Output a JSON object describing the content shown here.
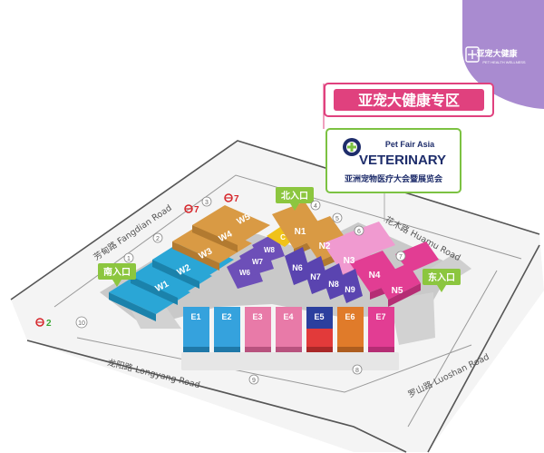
{
  "zone": {
    "badge_text": "亚宠大健康",
    "badge_sub": "PET HEALTH WELLNESS",
    "title": "亚宠大健康专区"
  },
  "vet": {
    "line1": "Pet Fair Asia",
    "line2": "VETERINARY",
    "line3": "亚洲宠物医疗大会暨展览会"
  },
  "entrances": {
    "north": "北入口",
    "south": "南入口",
    "east": "东入口"
  },
  "roads": {
    "fangdian": "芳甸路 Fangdian Road",
    "huamu": "花木路 Huamu Road",
    "longyang": "龙阳路 Longyang Road",
    "luoshan": "罗山路 Luoshan Road"
  },
  "halls": {
    "W1": "W1",
    "W2": "W2",
    "W3": "W3",
    "W4": "W4",
    "W5": "W5",
    "W6": "W6",
    "W7": "W7",
    "W8": "W8",
    "C": "C",
    "N1": "N1",
    "N2": "N2",
    "N3": "N3",
    "N4": "N4",
    "N5": "N5",
    "N6": "N6",
    "N7": "N7",
    "N8": "N8",
    "N9": "N9",
    "E1": "E1",
    "E2": "E2",
    "E3": "E3",
    "E4": "E4",
    "E5": "E5",
    "E6": "E6",
    "E7": "E7"
  },
  "metro": {
    "line2": "2",
    "line7a": "7",
    "line7b": "7"
  },
  "gates": [
    "1",
    "2",
    "3",
    "4",
    "5",
    "6",
    "7",
    "8",
    "9",
    "10"
  ],
  "colors": {
    "zone_purple": "#a98bd0",
    "zone_pink": "#e0417e",
    "vet_green": "#7cc242",
    "vet_navy": "#1e2d6b",
    "west_blue": "#2aa6d6",
    "north_orange": "#d99a44",
    "center_yellow": "#f0c21a",
    "west_purple": "#6d4fb8",
    "north_blue": "#3f5fbf",
    "north_pink": "#f09ad0",
    "north_magenta": "#e23d93",
    "east_blue": "#35a2dd",
    "east_pink": "#e87aa8",
    "east_purple": "#7d55bf",
    "east_navy": "#2b3f9e",
    "east_orange": "#e07b2a",
    "east_red": "#e23a3a",
    "entrance_green": "#8cc63f",
    "metro_red": "#d6262b",
    "metro_green": "#3aa935"
  }
}
